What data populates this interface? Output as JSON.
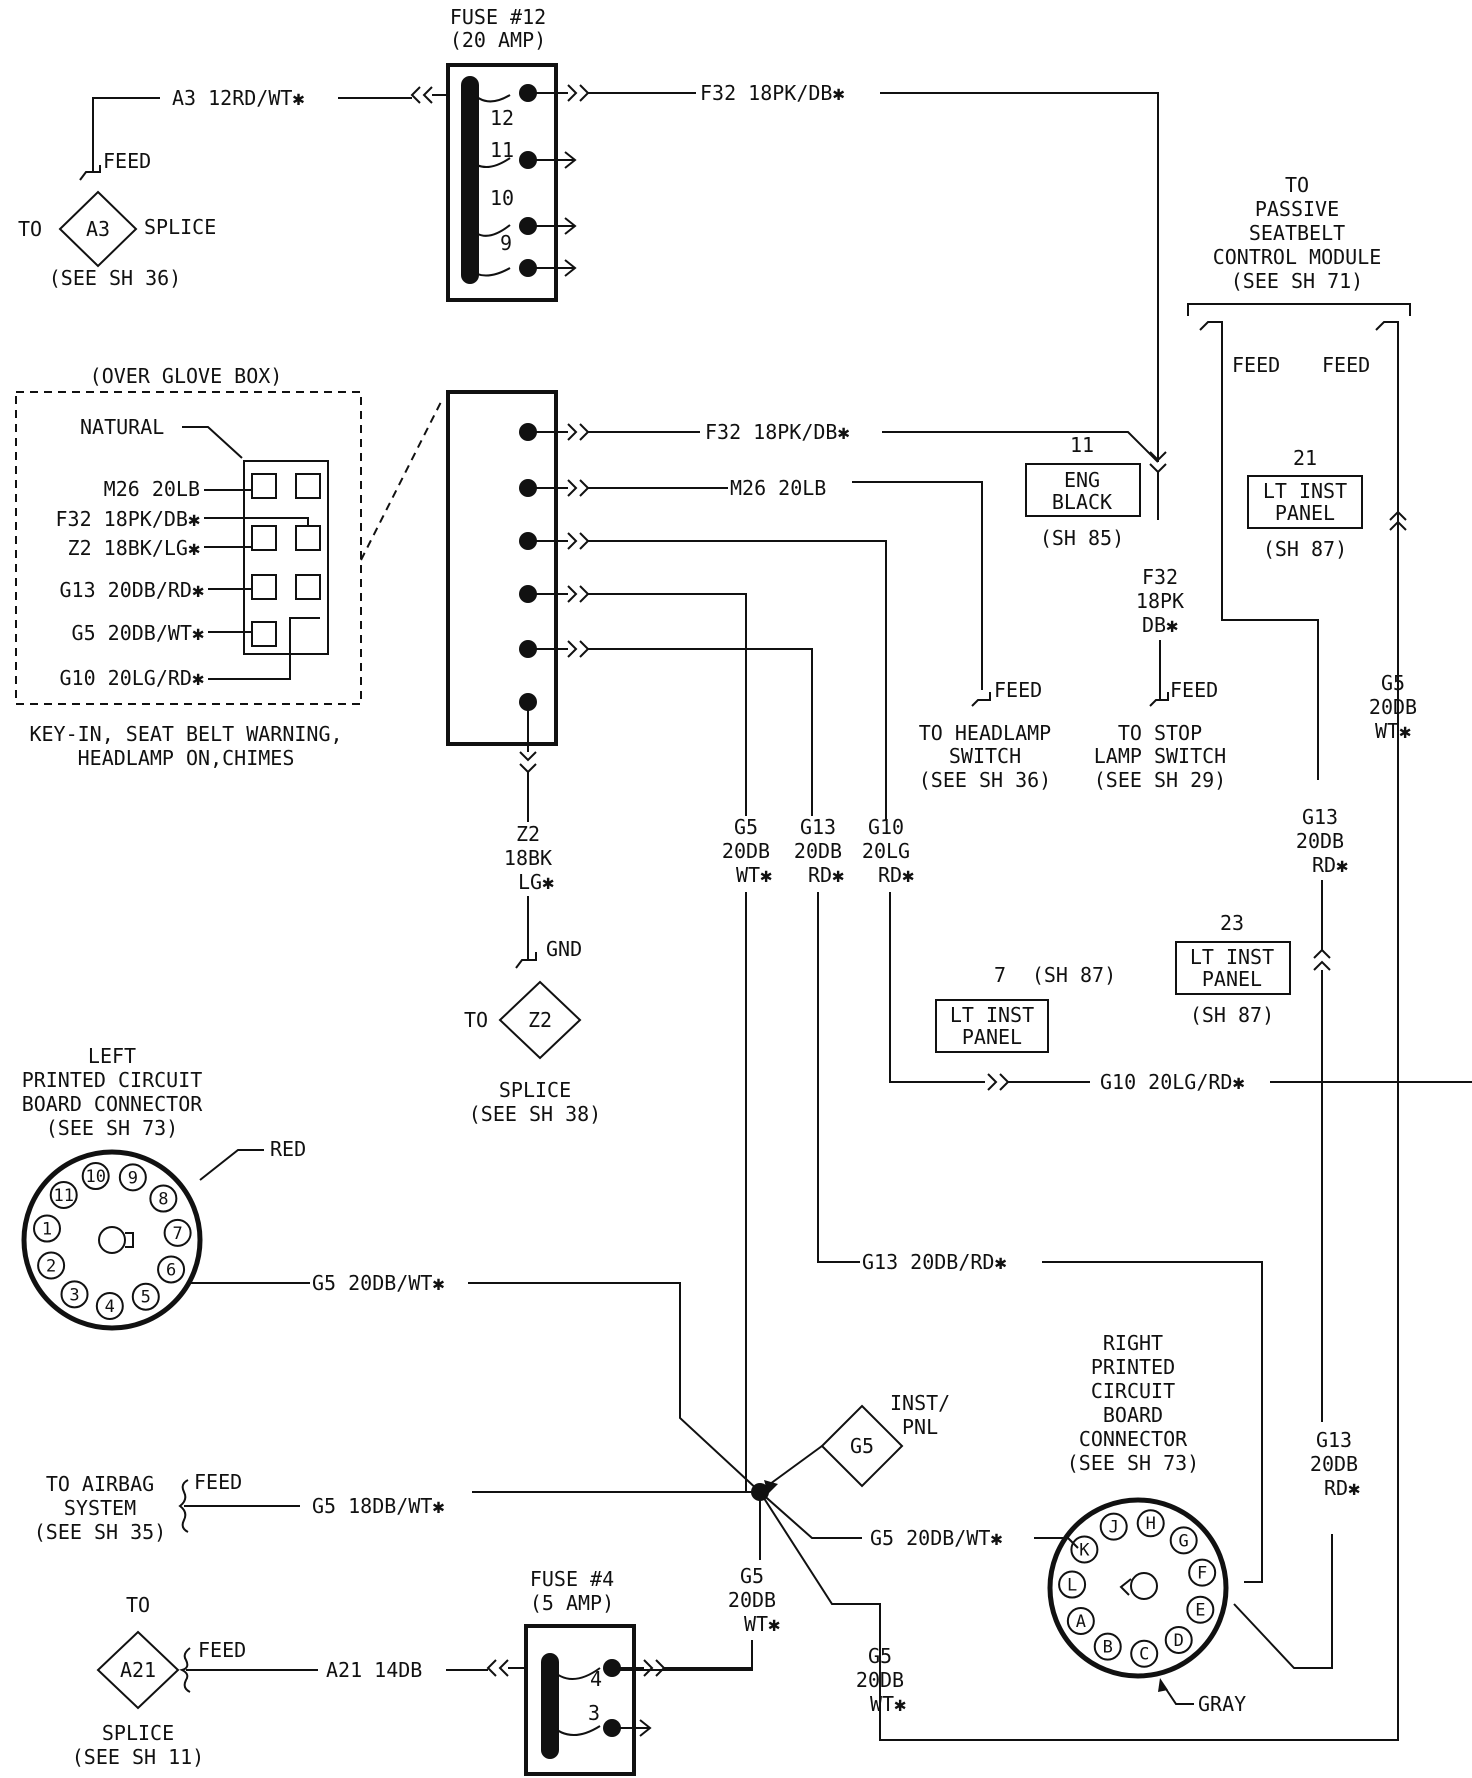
{
  "fuse12": {
    "title": "FUSE #12",
    "rating": "(20 AMP)",
    "cavities": [
      "12",
      "11",
      "10",
      "9"
    ]
  },
  "a3": {
    "wire": "A3 12RD/WT✱",
    "feed": "FEED",
    "to": "TO",
    "code": "A3",
    "splice": "SPLICE",
    "see": "(SEE SH 36)"
  },
  "f32_top": "F32 18PK/DB✱",
  "passive": {
    "lines": [
      "TO",
      "PASSIVE",
      "SEATBELT",
      "CONTROL MODULE",
      "(SEE SH 71)"
    ],
    "feed_left": "FEED",
    "feed_right": "FEED"
  },
  "glovebox": {
    "title": "(OVER GLOVE BOX)",
    "natural": "NATURAL",
    "labels": [
      "M26 20LB",
      "F32 18PK/DB✱",
      "Z2 18BK/LG✱",
      "G13 20DB/RD✱",
      "G5 20DB/WT✱",
      "G10 20LG/RD✱"
    ],
    "caption_line1": "KEY-IN, SEAT BELT WARNING,",
    "caption_line2": "HEADLAMP ON,CHIMES"
  },
  "connector_wires": {
    "f32": "F32 18PK/DB✱",
    "m26": "M26 20LB"
  },
  "eng_black": {
    "num": "11",
    "line1": "ENG",
    "line2": "BLACK",
    "sheet": "(SH 85)"
  },
  "lt_inst_21": {
    "num": "21",
    "line1": "LT INST",
    "line2": "PANEL",
    "sheet": "(SH 87)"
  },
  "f32_drop": {
    "line1": "F32",
    "line2": "18PK",
    "line3": "DB✱",
    "feed": "FEED",
    "to1": "TO STOP",
    "to2": "LAMP SWITCH",
    "to3": "(SEE SH 29)"
  },
  "headlamp": {
    "feed": "FEED",
    "line1": "TO HEADLAMP",
    "line2": "SWITCH",
    "line3": "(SEE SH 36)"
  },
  "g5_right": {
    "line1": "G5",
    "line2": "20DB",
    "line3": "WT✱"
  },
  "z2": {
    "line1": "Z2",
    "line2": "18BK",
    "line3": "LG✱",
    "gnd": "GND",
    "to": "TO",
    "code": "Z2",
    "splice": "SPLICE",
    "see": "(SEE SH 38)"
  },
  "mid_labels": {
    "g5": [
      "G5",
      "20DB",
      "WT✱"
    ],
    "g13": [
      "G13",
      "20DB",
      "RD✱"
    ],
    "g10": [
      "G10",
      "20LG",
      "RD✱"
    ]
  },
  "g13_upper": [
    "G13",
    "20DB",
    "RD✱"
  ],
  "lt_inst_23": {
    "num": "23",
    "line1": "LT INST",
    "line2": "PANEL",
    "sheet": "(SH 87)"
  },
  "lt_inst_7": {
    "num": "7",
    "sheet": "(SH 87)",
    "line1": "LT INST",
    "line2": "PANEL"
  },
  "g10_wire": "G10 20LG/RD✱",
  "left_pcb": {
    "lines": [
      "LEFT",
      "PRINTED CIRCUIT",
      "BOARD CONNECTOR",
      "(SEE SH 73)"
    ],
    "color": "RED",
    "pins": [
      "1",
      "2",
      "3",
      "4",
      "5",
      "6",
      "7",
      "8",
      "9",
      "10",
      "11"
    ]
  },
  "g5_left_wire": "G5 20DB/WT✱",
  "g13_wire": "G13 20DB/RD✱",
  "inst_pnl": {
    "line1": "INST/",
    "line2": "PNL",
    "code": "G5"
  },
  "airbag": {
    "line1": "TO AIRBAG",
    "line2": "SYSTEM",
    "line3": "(SEE SH 35)",
    "feed": "FEED",
    "wire": "G5 18DB/WT✱"
  },
  "right_pcb": {
    "lines": [
      "RIGHT",
      "PRINTED",
      "CIRCUIT",
      "BOARD",
      "CONNECTOR",
      "(SEE SH 73)"
    ],
    "color": "GRAY",
    "pins": [
      "A",
      "B",
      "C",
      "D",
      "E",
      "F",
      "G",
      "H",
      "J",
      "K",
      "L"
    ]
  },
  "g5_right_wire": "G5 20DB/WT✱",
  "g13_lower": [
    "G13",
    "20DB",
    "RD✱"
  ],
  "g5_below_splice": [
    "G5",
    "20DB",
    "WT✱"
  ],
  "g5_bottom": [
    "G5",
    "20DB",
    "WT✱"
  ],
  "fuse4": {
    "title": "FUSE #4",
    "rating": "(5 AMP)",
    "cavities": [
      "4",
      "3"
    ]
  },
  "a21": {
    "to": "TO",
    "code": "A21",
    "feed": "FEED",
    "wire": "A21 14DB",
    "splice": "SPLICE",
    "see": "(SEE SH 11)"
  }
}
